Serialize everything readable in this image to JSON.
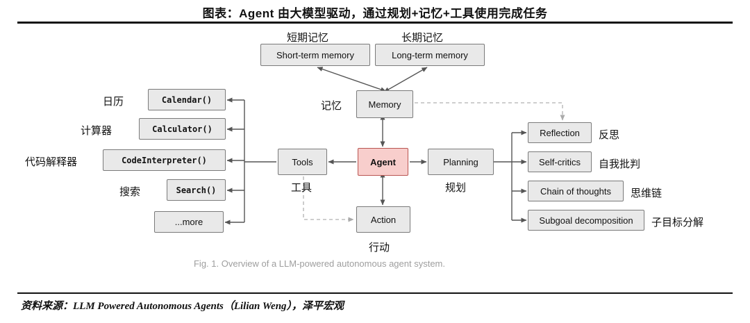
{
  "title": "图表：Agent 由大模型驱动，通过规划+记忆+工具使用完成任务",
  "caption": "Fig. 1. Overview of a LLM-powered autonomous agent system.",
  "footer": "资料来源：LLM Powered Autonomous Agents（Lilian Weng），泽平宏观",
  "colors": {
    "agent_fill": "#f8cecc",
    "agent_border": "#b85450",
    "node_fill": "#e9e9e9",
    "node_border": "#7a7a7a",
    "solid_wire": "#555555",
    "dashed_wire": "#b0b0b0"
  },
  "diagram": {
    "memory_top": {
      "short_cn": "短期记忆",
      "short_box": "Short-term memory",
      "long_cn": "长期记忆",
      "long_box": "Long-term memory"
    },
    "memory": {
      "box": "Memory",
      "cn": "记忆"
    },
    "agent": {
      "box": "Agent"
    },
    "tools": {
      "box": "Tools",
      "cn": "工具"
    },
    "planning": {
      "box": "Planning",
      "cn": "规划"
    },
    "action": {
      "box": "Action",
      "cn": "行动"
    },
    "tool_items": [
      {
        "label": "Calendar()",
        "cn": "日历"
      },
      {
        "label": "Calculator()",
        "cn": "计算器"
      },
      {
        "label": "CodeInterpreter()",
        "cn": "代码解释器"
      },
      {
        "label": "Search()",
        "cn": "搜索"
      },
      {
        "label": "...more",
        "cn": ""
      }
    ],
    "planning_items": [
      {
        "label": "Reflection",
        "cn": "反思"
      },
      {
        "label": "Self-critics",
        "cn": "自我批判"
      },
      {
        "label": "Chain of thoughts",
        "cn": "思维链"
      },
      {
        "label": "Subgoal decomposition",
        "cn": "子目标分解"
      }
    ]
  }
}
